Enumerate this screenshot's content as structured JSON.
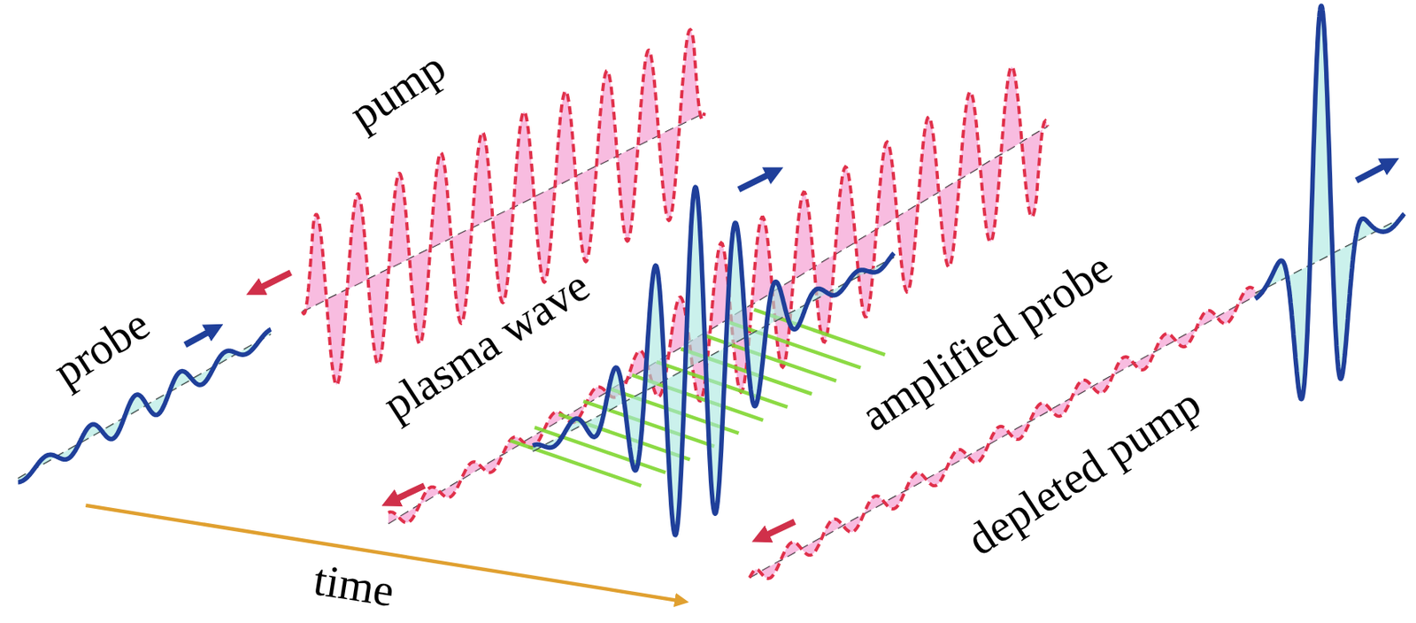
{
  "diagram": {
    "labels": [
      "pump",
      "probe",
      "plasma wave",
      "amplified probe",
      "depleted pump",
      "time"
    ]
  }
}
